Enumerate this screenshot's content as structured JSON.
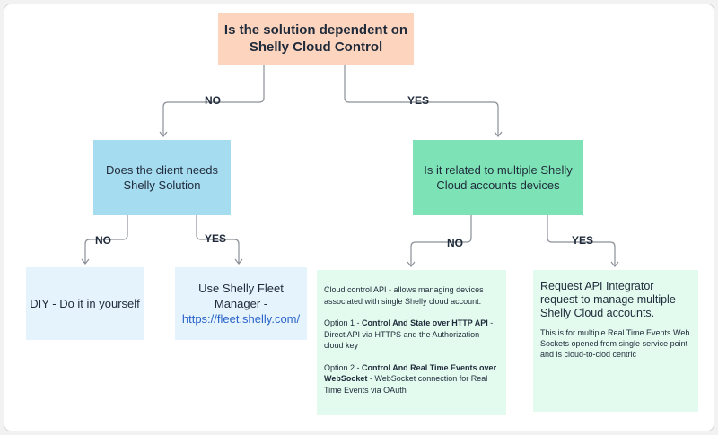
{
  "root": {
    "line1": "Is the solution dependent on",
    "line2": "Shelly Cloud Control"
  },
  "q1": {
    "line1": "Does the client needs",
    "line2": "Shelly Solution"
  },
  "q2": {
    "line1": "Is it related to multiple Shelly",
    "line2": "Cloud accounts devices"
  },
  "edges": {
    "no1": "NO",
    "yes1": "YES",
    "no2": "NO",
    "yes2": "YES",
    "no3": "NO",
    "yes3": "YES"
  },
  "diy": {
    "text": "DIY - Do it in yourself"
  },
  "fleet": {
    "line1": "Use Shelly Fleet",
    "line2": "Manager -",
    "link": "https://fleet.shelly.com/"
  },
  "cloud_control": {
    "p1": "Cloud control API - allows managing devices associated with single Shelly cloud account.",
    "p2_prefix": "Option 1 - ",
    "p2_bold": "Control And State over HTTP API",
    "p2_rest": " - Direct API via HTTPS and the Authorization cloud key",
    "p3_prefix": "Option 2 - ",
    "p3_bold": "Control And Real Time Events over WebSocket",
    "p3_rest": " - WebSocket connection for Real Time Events via OAuth"
  },
  "integrator": {
    "title": "Request API Integrator request to manage multiple Shelly Cloud accounts.",
    "body": "This is for multiple Real Time Events Web Sockets opened from single service point and is cloud-to-clod centric"
  },
  "colors": {
    "root": "#fdd5be",
    "q1": "#a6dcef",
    "q2": "#7de3b6",
    "leaf_blue": "#e5f4fc",
    "leaf_green": "#e2fbee",
    "connector": "#8a8f96",
    "link": "#2a62c9"
  }
}
